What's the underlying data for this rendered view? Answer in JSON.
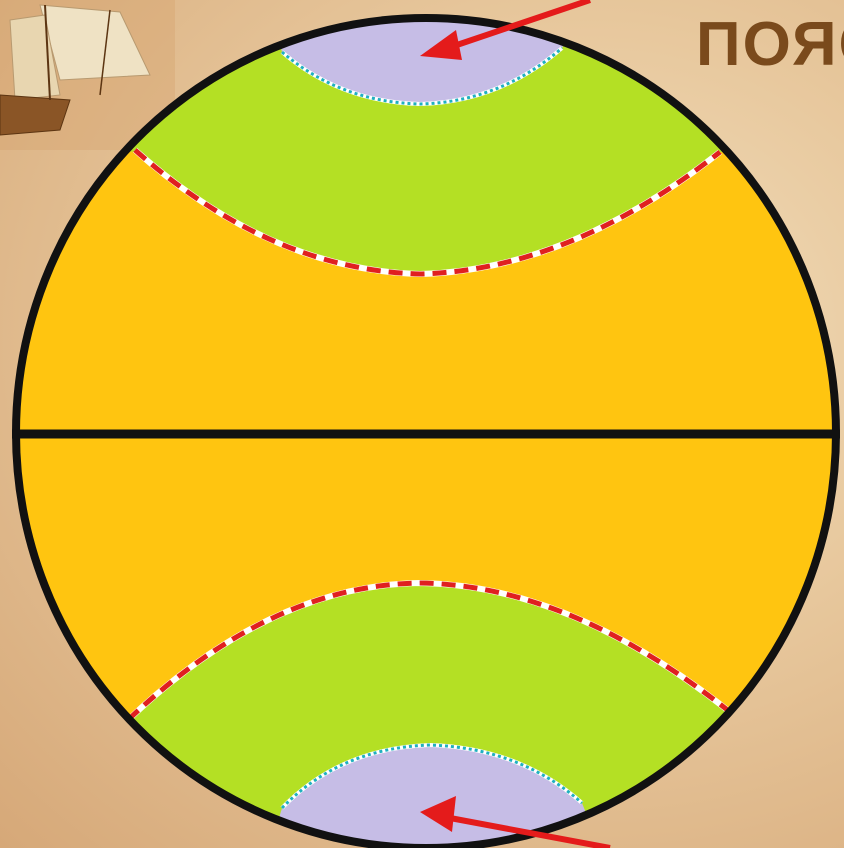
{
  "slide": {
    "title_fragment": "ПОЯС"
  },
  "diagram": {
    "zones": [
      {
        "name": "polar-north",
        "color": "#c6bde6"
      },
      {
        "name": "temperate-north",
        "color": "#b4e024"
      },
      {
        "name": "tropical",
        "color": "#ffc510"
      },
      {
        "name": "temperate-south",
        "color": "#b4e024"
      },
      {
        "name": "polar-south",
        "color": "#c6bde6"
      }
    ],
    "colors": {
      "outline": "#111111",
      "tropic_line": "#e02020",
      "polar_circle_line": "#20b0c0",
      "arrow": "#e41b1b"
    }
  }
}
